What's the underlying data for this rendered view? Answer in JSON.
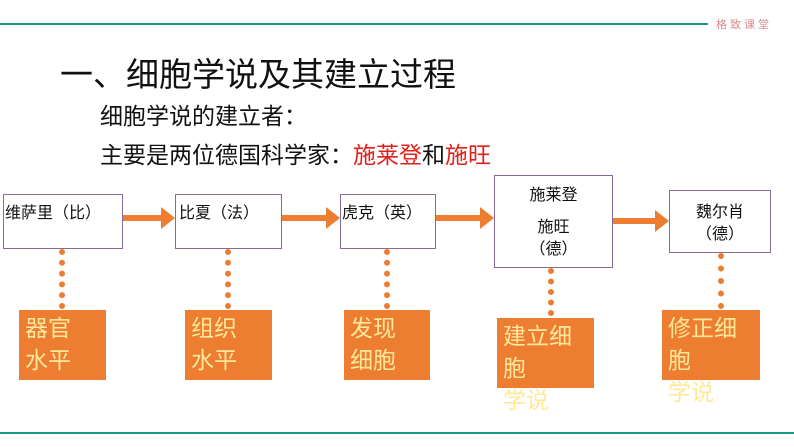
{
  "logo": "格致课堂",
  "title": "一、细胞学说及其建立过程",
  "subtitle": "细胞学说的建立者：",
  "founders_prefix": "主要是两位德国科学家：",
  "founder1": "施莱登",
  "and": "和",
  "founder2": "施旺",
  "scientists": [
    {
      "name": "维萨里（比）",
      "achievement": [
        "器官",
        "水平"
      ]
    },
    {
      "name": "比夏（法）",
      "achievement": [
        "组织",
        "水平"
      ]
    },
    {
      "name": "虎克（英）",
      "achievement": [
        "发现",
        "细胞"
      ]
    },
    {
      "name": "施莱登",
      "name2": "施旺",
      "name3": "（德）",
      "achievement": [
        "建立细胞",
        "学说"
      ]
    },
    {
      "name": "魏尔肖",
      "name2": "（德）",
      "achievement": [
        "修正细胞",
        "学说"
      ]
    }
  ],
  "colors": {
    "accent": "#ed7d31",
    "red": "#e0201b",
    "teal": "#1a9a8a"
  }
}
